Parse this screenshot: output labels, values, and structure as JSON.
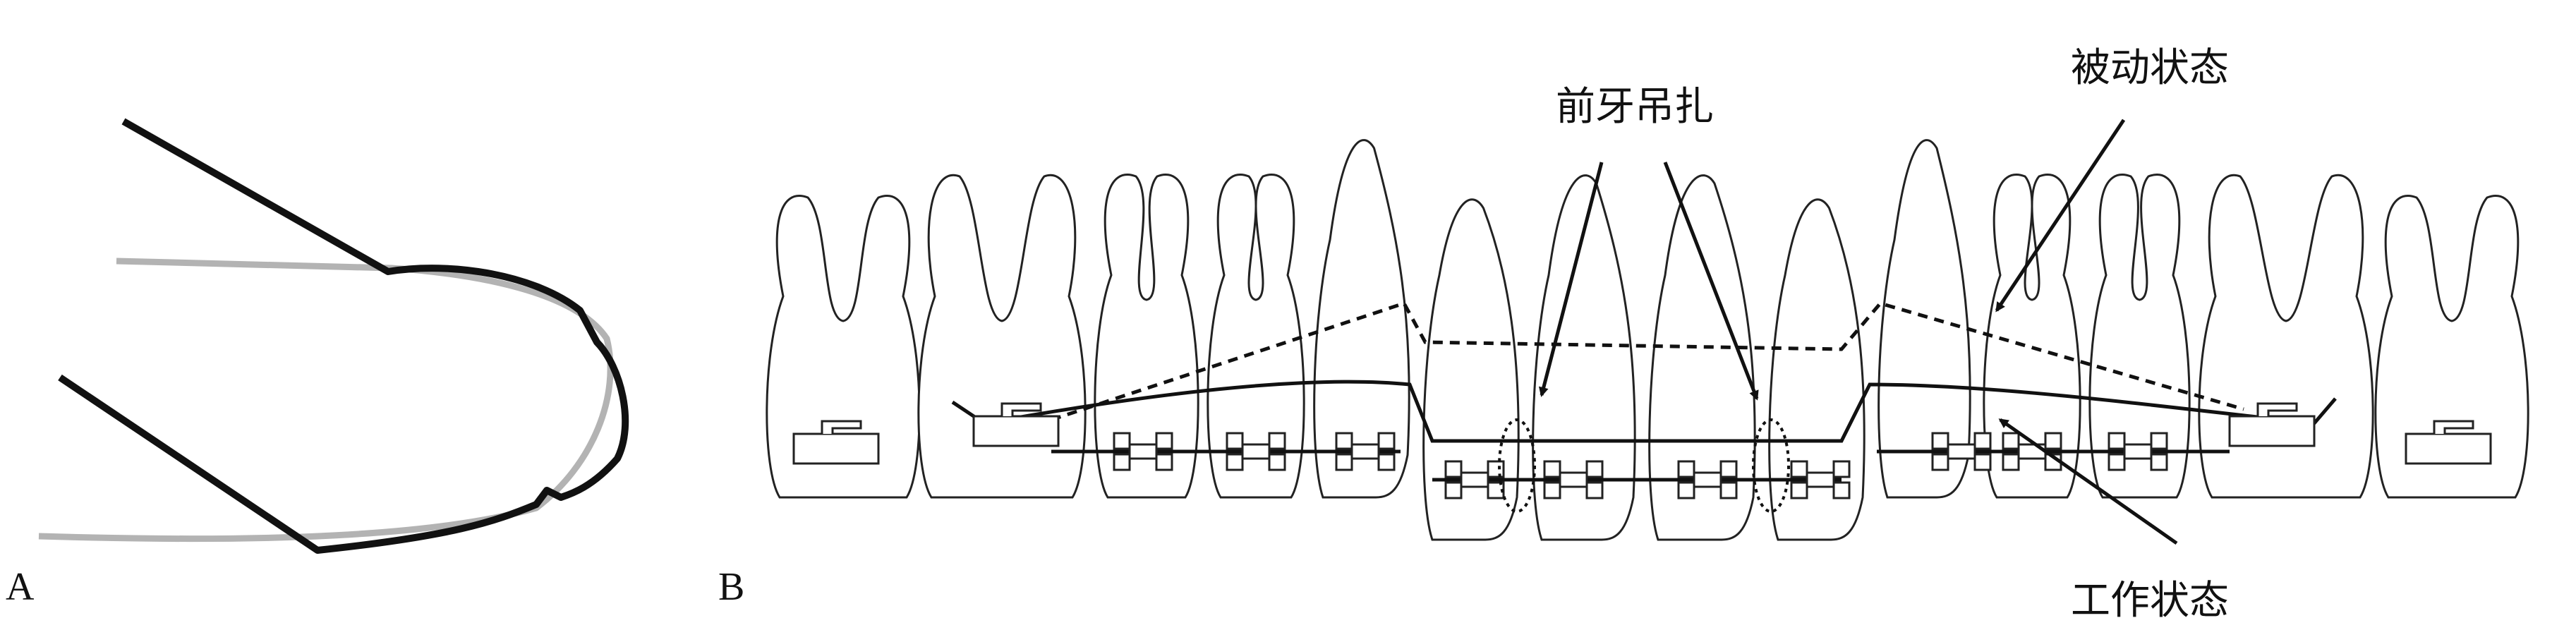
{
  "panels": {
    "a_label": "A",
    "b_label": "B"
  },
  "annotations": {
    "anterior_tieback": "前牙吊扎",
    "passive_state": "被动状态",
    "active_state": "工作状态"
  },
  "colors": {
    "line": "#111111",
    "loop_shadow": "#b3b3b3",
    "tooth_outline": "#222222"
  }
}
